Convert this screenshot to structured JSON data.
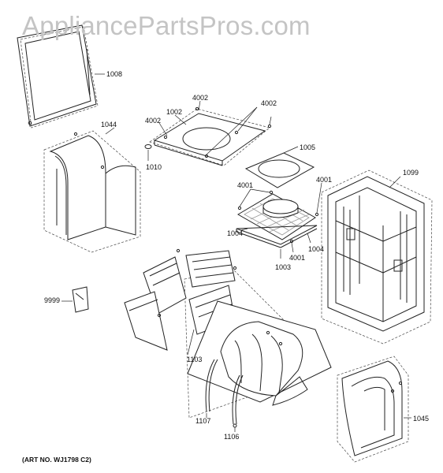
{
  "watermark": "AppliancePartsPros.com",
  "art_number": "(ART NO. WJ1798 C2)",
  "labels": {
    "p1008": "1008",
    "p1044": "1044",
    "p1010": "1010",
    "p4002a": "4002",
    "p4002b": "4002",
    "p4002c": "4002",
    "p1002": "1002",
    "p1005": "1005",
    "p4001a": "4001",
    "p4001b": "4001",
    "p4001c": "4001",
    "p1004a": "1004",
    "p1004b": "1004",
    "p1003": "1003",
    "p1099": "1099",
    "p9999": "9999",
    "p1103": "1103",
    "p1107": "1107",
    "p1106": "1106",
    "p1045": "1045"
  }
}
